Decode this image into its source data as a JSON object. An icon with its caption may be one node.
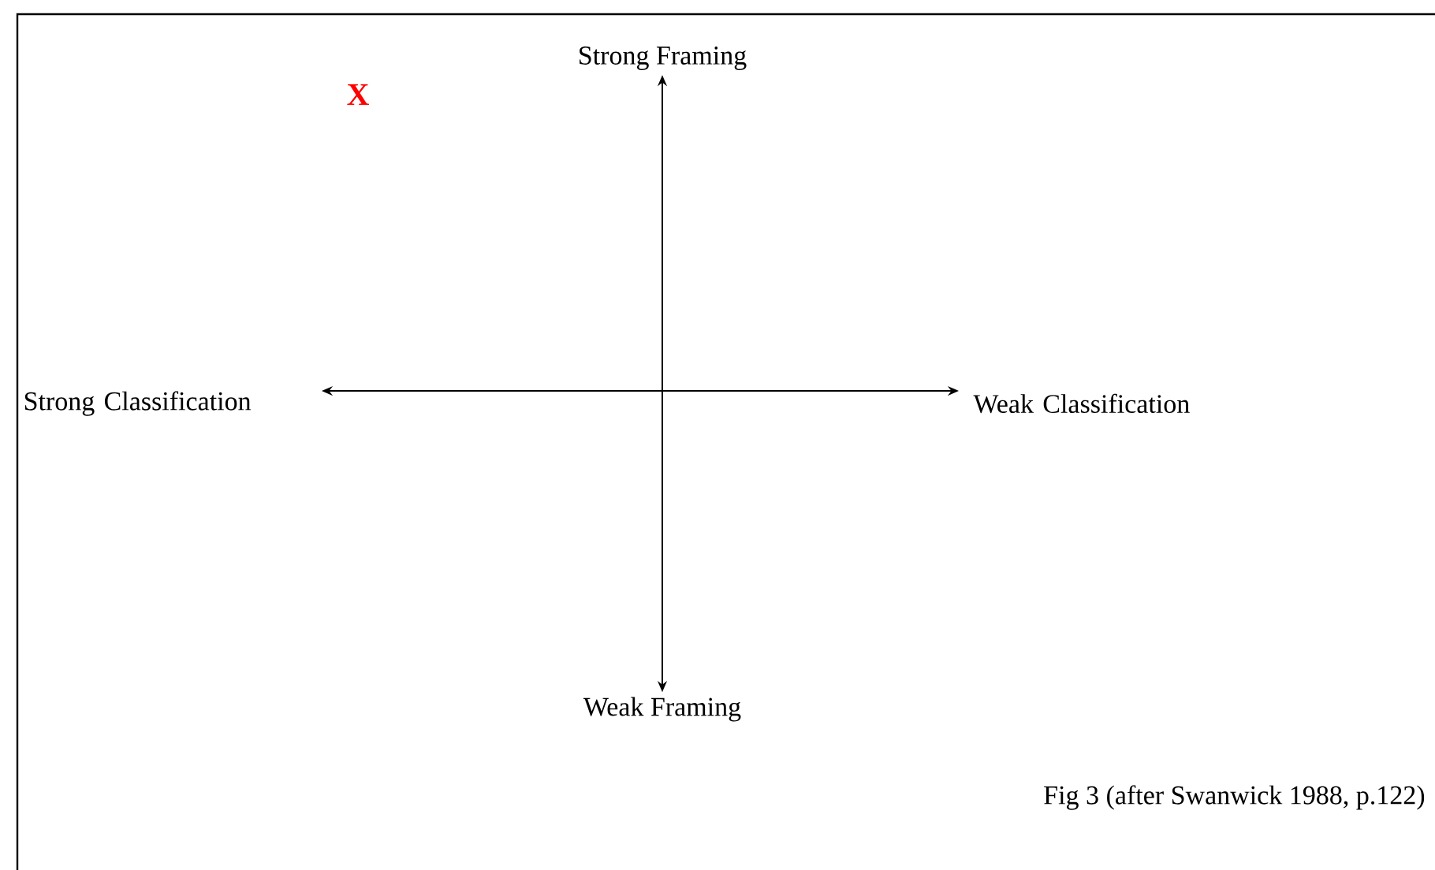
{
  "diagram": {
    "caption": "Fig 3 (after Swanwick 1988, p.122)",
    "nodes": [
      {
        "text": [
          "Strong Framing"
        ]
      },
      {
        "text": [
          "Strong Classification"
        ]
      },
      {
        "text": [
          "Weak Classification"
        ]
      },
      {
        "text": [
          "Weak Framing"
        ]
      }
    ],
    "edges": [
      {
        "from": 0,
        "to": 3,
        "arrow": "both"
      },
      {
        "from": 1,
        "to": 2,
        "arrow": "both"
      }
    ],
    "labels": [
      "X"
    ]
  }
}
